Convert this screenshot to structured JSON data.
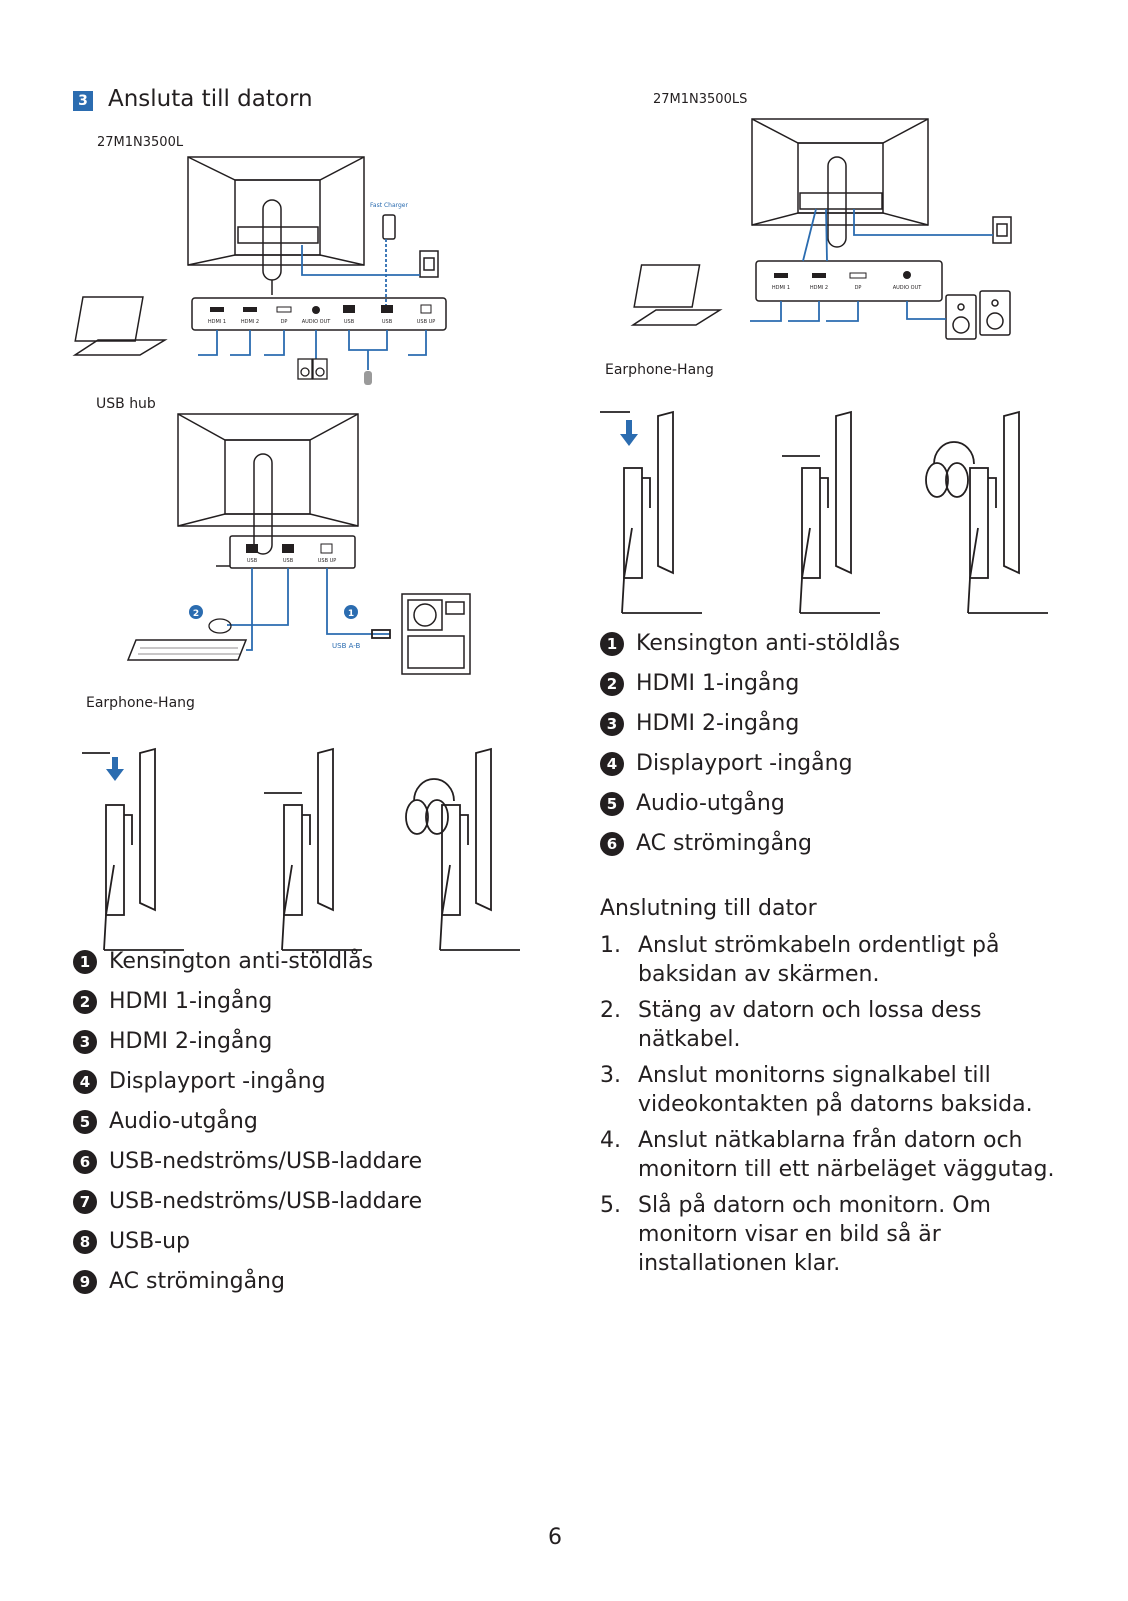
{
  "section": {
    "number": "3",
    "title": "Ansluta till datorn"
  },
  "left": {
    "model": "27M1N3500L",
    "usb_hub_caption": "USB hub",
    "earphone_caption": "Earphone-Hang",
    "diagram_labels": {
      "fast_charger": "Fast Charger",
      "ports": [
        "HDMI 1",
        "HDMI 2",
        "DP",
        "AUDIO OUT",
        "USB",
        "USB",
        "USB UP"
      ],
      "hub_ports": [
        "USB",
        "USB",
        "USB UP"
      ],
      "usb_ab": "USB A-B",
      "marker_1": "1",
      "marker_2": "2"
    },
    "legend": [
      {
        "num": "1",
        "text": "Kensington anti-stöldlås"
      },
      {
        "num": "2",
        "text": "HDMI 1-ingång"
      },
      {
        "num": "3",
        "text": "HDMI 2-ingång"
      },
      {
        "num": "4",
        "text": "Displayport -ingång"
      },
      {
        "num": "5",
        "text": "Audio-utgång"
      },
      {
        "num": "6",
        "text": "USB-nedströms/USB-laddare"
      },
      {
        "num": "7",
        "text": "USB-nedströms/USB-laddare"
      },
      {
        "num": "8",
        "text": "USB-up"
      },
      {
        "num": "9",
        "text": "AC strömingång"
      }
    ]
  },
  "right": {
    "model": "27M1N3500LS",
    "earphone_caption": "Earphone-Hang",
    "diagram_labels": {
      "ports": [
        "HDMI 1",
        "HDMI 2",
        "DP",
        "AUDIO OUT"
      ]
    },
    "legend": [
      {
        "num": "1",
        "text": "Kensington anti-stöldlås"
      },
      {
        "num": "2",
        "text": "HDMI 1-ingång"
      },
      {
        "num": "3",
        "text": "HDMI 2-ingång"
      },
      {
        "num": "4",
        "text": "Displayport -ingång"
      },
      {
        "num": "5",
        "text": "Audio-utgång"
      },
      {
        "num": "6",
        "text": "AC strömingång"
      }
    ],
    "connect_heading": "Anslutning till dator",
    "steps": [
      {
        "num": "1.",
        "text": "Anslut strömkabeln ordentligt på baksidan av skärmen."
      },
      {
        "num": "2.",
        "text": "Stäng av datorn och lossa dess nätkabel."
      },
      {
        "num": "3.",
        "text": "Anslut monitorns signalkabel till videokontakten på datorns baksida."
      },
      {
        "num": "4.",
        "text": "Anslut nätkablarna från datorn och monitorn till ett närbeläget väggutag."
      },
      {
        "num": "5.",
        "text": "Slå på datorn och monitorn. Om monitorn visar en bild så är installationen klar."
      }
    ]
  },
  "page_number": "6",
  "colors": {
    "accent": "#2b6cb0",
    "line": "#231f20"
  }
}
